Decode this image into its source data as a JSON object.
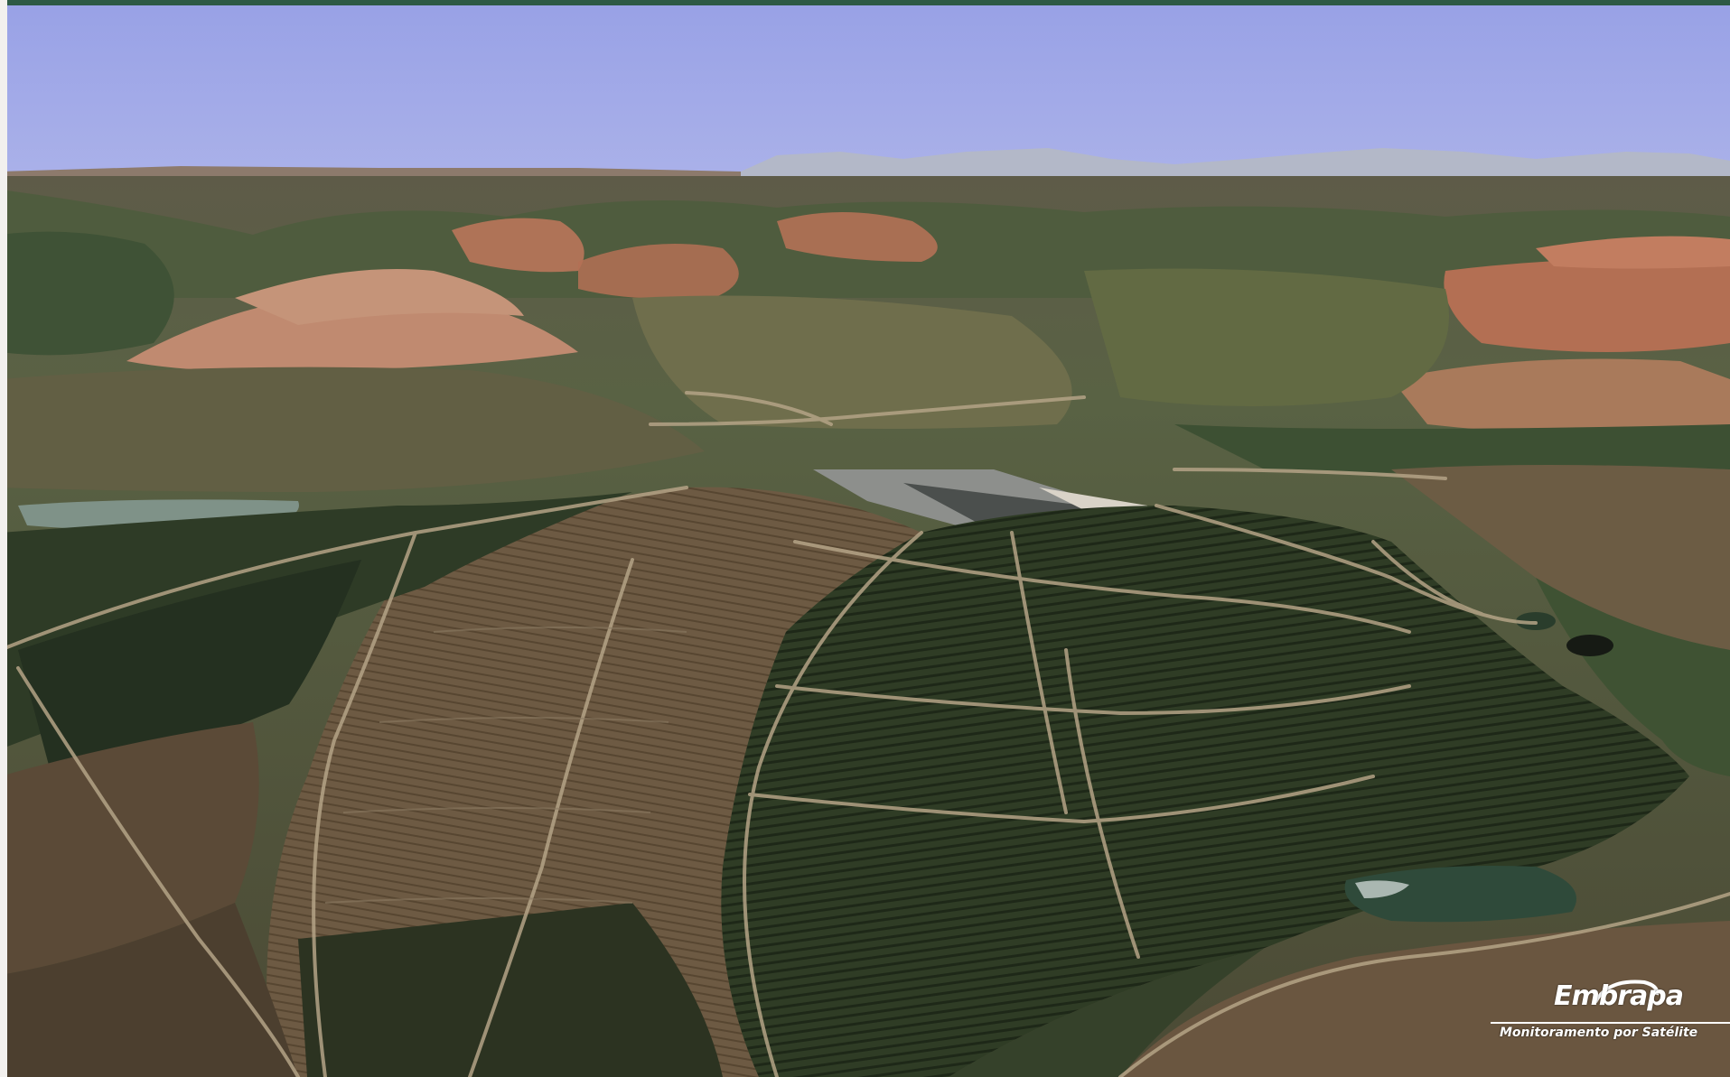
{
  "scene": {
    "description_icon": "aerial-landscape-image"
  },
  "watermark": {
    "name": "Embrapa",
    "tagline": "Monitoramento por Satélite"
  },
  "colors": {
    "sky_top": "#9ba3e6",
    "sky_horizon": "#a9b2e8",
    "coffee_dark": "#2e3a24",
    "field_brown": "#6e5a42",
    "soil_red": "#b9765a",
    "pasture": "#66704a",
    "road": "#b6a58a"
  }
}
